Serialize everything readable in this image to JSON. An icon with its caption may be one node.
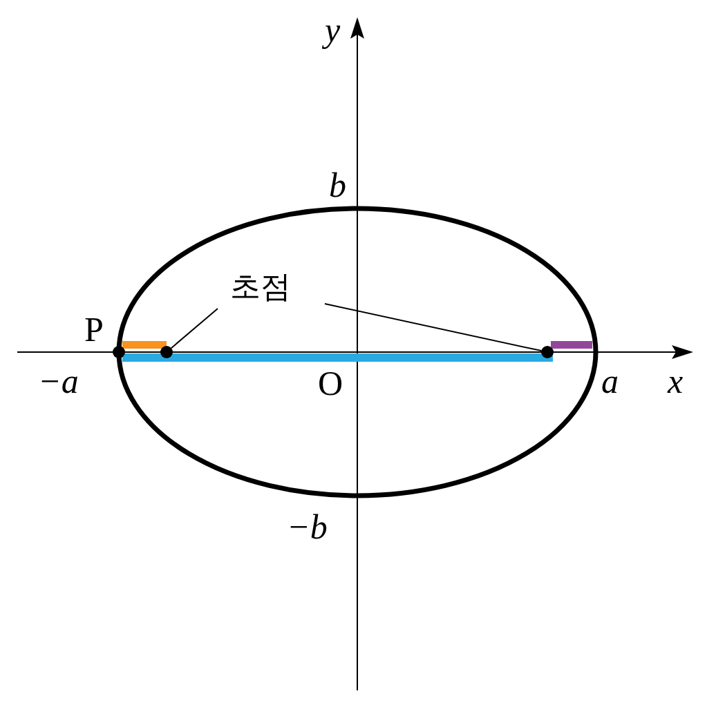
{
  "diagram": {
    "nodes": [
      {
        "text": [
          "초점"
        ]
      },
      {
        "text": [],
        "shape": "circle",
        "beside": [
          "P"
        ]
      },
      {
        "text": [],
        "shape": "circle"
      },
      {
        "text": [],
        "shape": "circle"
      }
    ],
    "edges": [
      {
        "from": 0,
        "to": 2,
        "arrow": "none"
      },
      {
        "from": 0,
        "to": 3,
        "arrow": "none"
      }
    ],
    "labels": [
      "y",
      "b",
      "−a",
      "O",
      "a",
      "x",
      "−b"
    ]
  }
}
